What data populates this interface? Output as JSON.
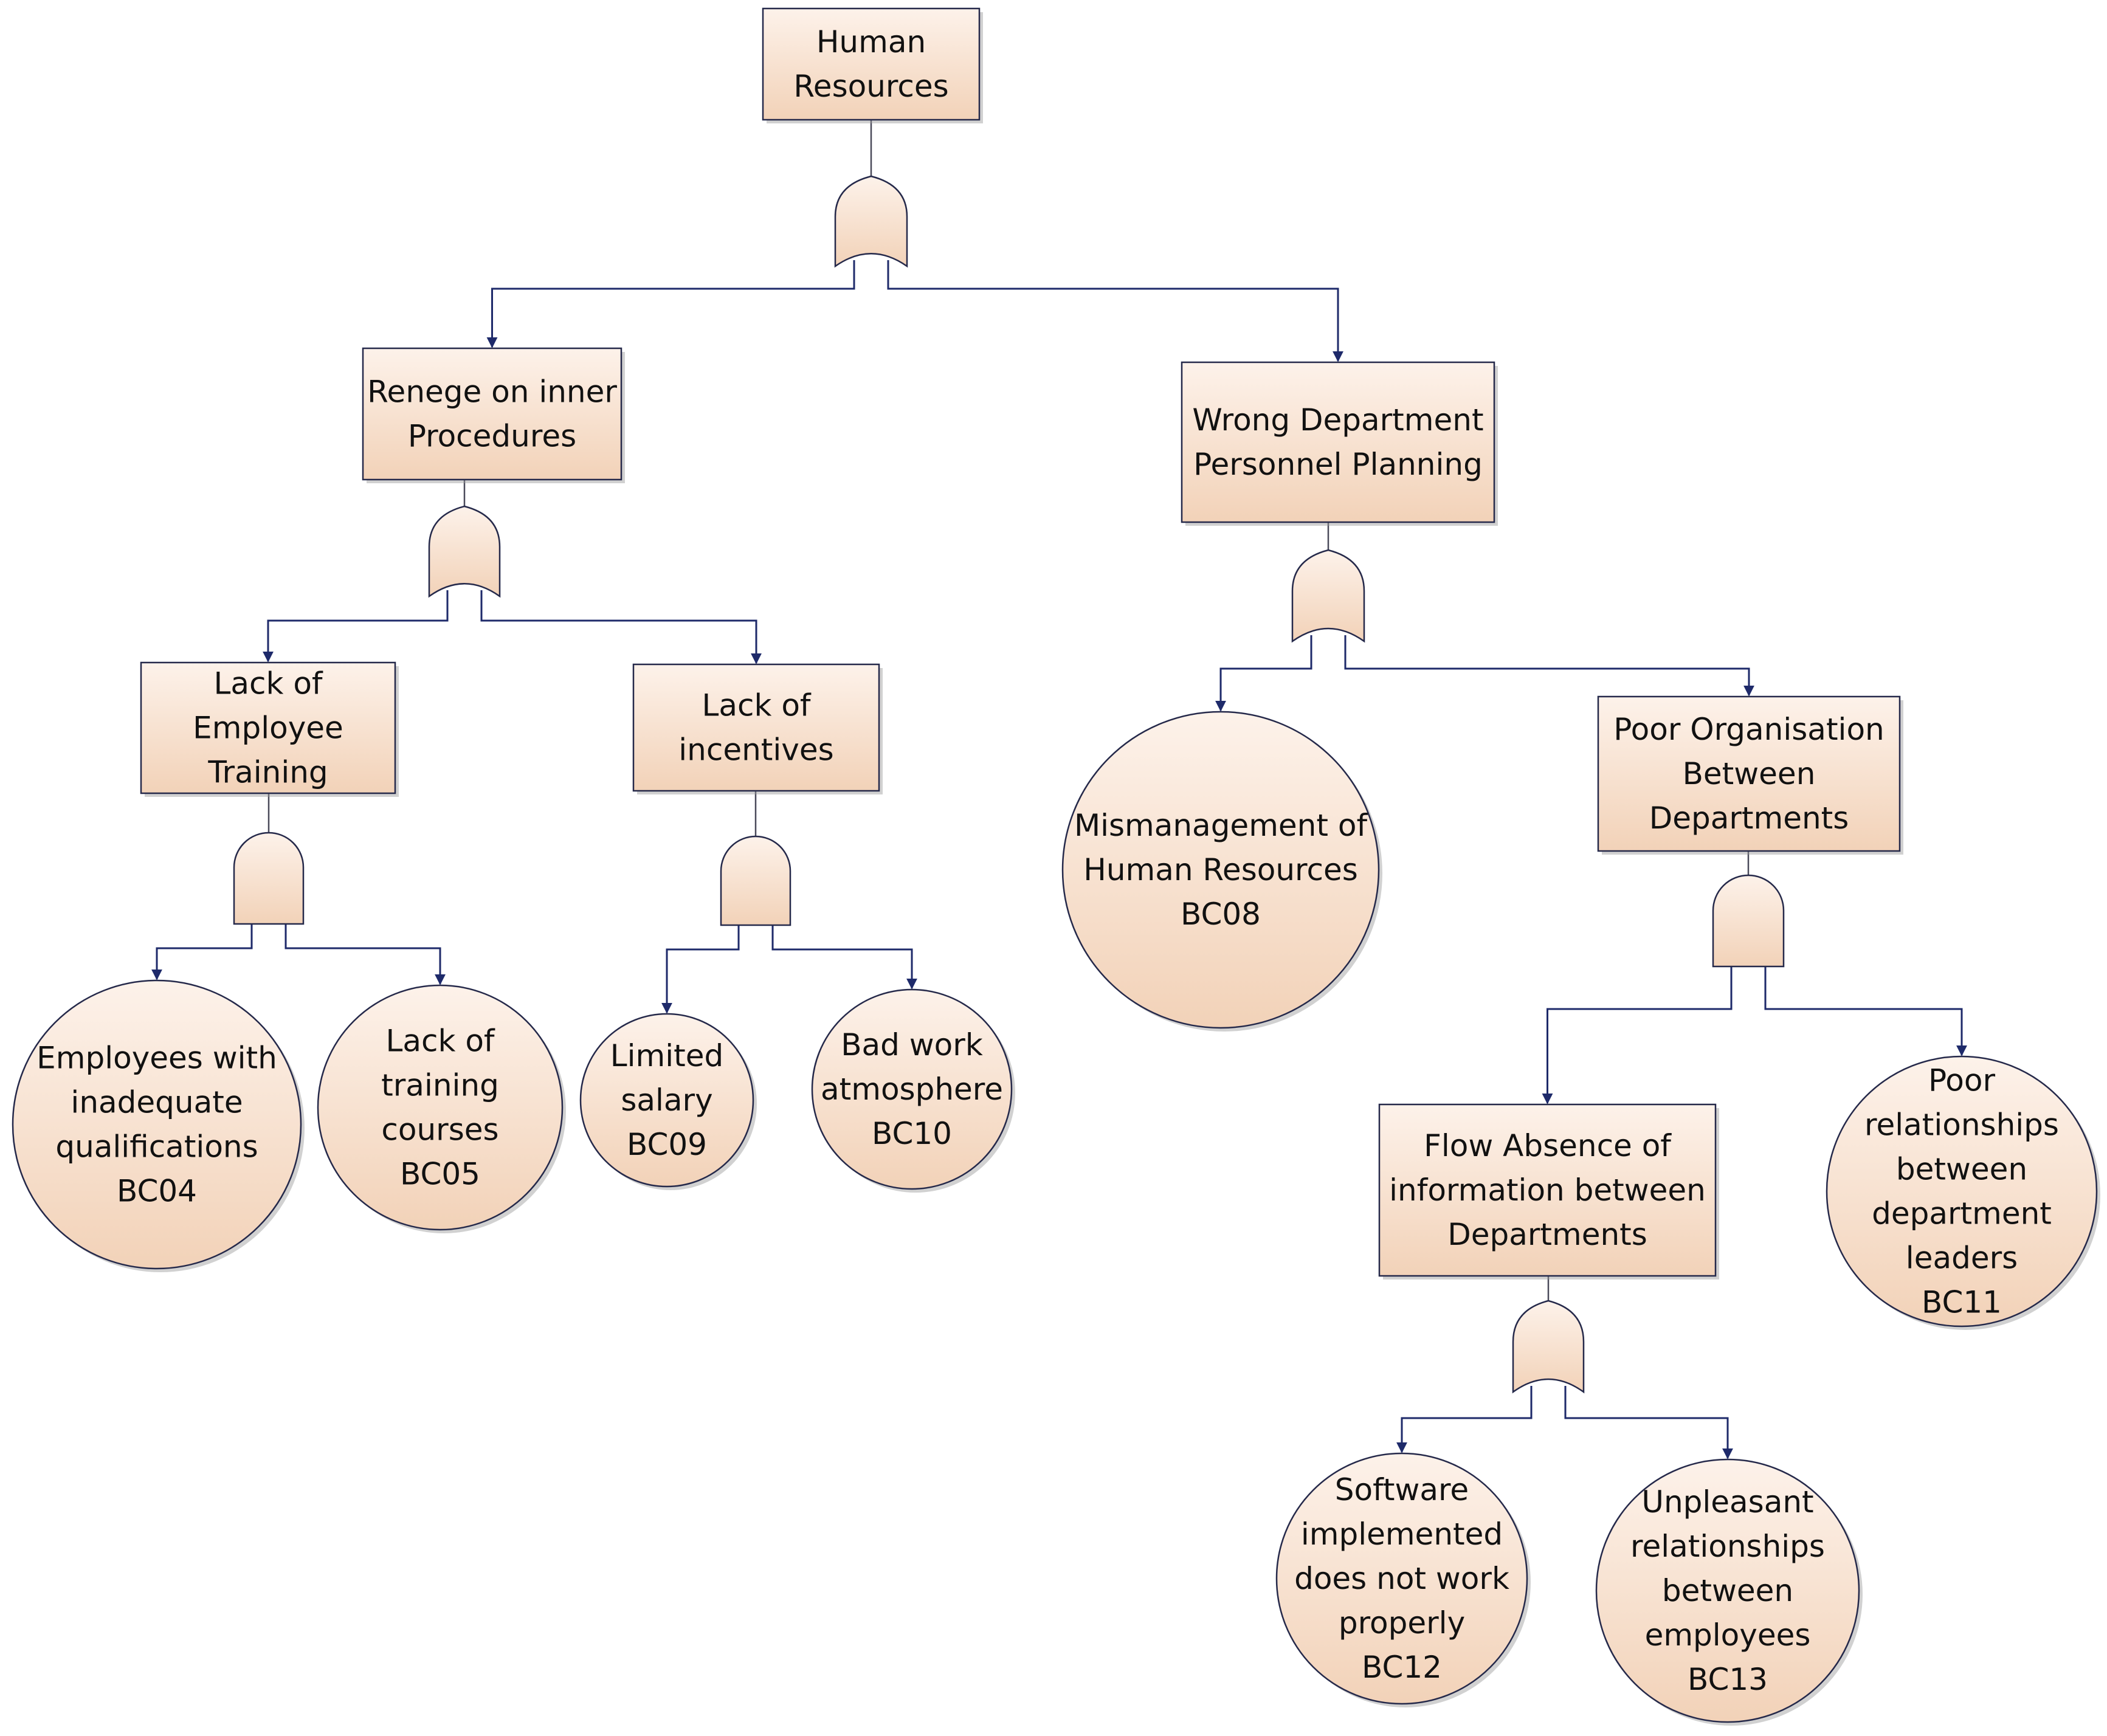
{
  "colors": {
    "fill_light": "#fdf2ea",
    "fill_dark": "#f2d2b8",
    "stroke": "#25294a",
    "connector": "#1e2a6a",
    "text": "#111111"
  },
  "nodes": {
    "hr": {
      "kind": "event",
      "lines": [
        "Human",
        "Resources"
      ]
    },
    "renege": {
      "kind": "event",
      "lines": [
        "Renege on inner",
        "Procedures"
      ]
    },
    "wrong_dept": {
      "kind": "event",
      "lines": [
        "Wrong Department",
        "Personnel Planning"
      ]
    },
    "lack_training": {
      "kind": "event",
      "lines": [
        "Lack of",
        "Employee",
        "Training"
      ]
    },
    "lack_incentives": {
      "kind": "event",
      "lines": [
        "Lack of",
        "incentives"
      ]
    },
    "poor_org": {
      "kind": "event",
      "lines": [
        "Poor Organisation",
        "Between",
        "Departments"
      ]
    },
    "flow_absence": {
      "kind": "event",
      "lines": [
        "Flow Absence of",
        "information between",
        "Departments"
      ]
    },
    "bc04": {
      "kind": "basic",
      "lines": [
        "Employees with",
        "inadequate",
        "qualifications",
        "BC04"
      ]
    },
    "bc05": {
      "kind": "basic",
      "lines": [
        "Lack of",
        "training",
        "courses",
        "BC05"
      ]
    },
    "bc09": {
      "kind": "basic",
      "lines": [
        "Limited",
        "salary",
        "BC09"
      ]
    },
    "bc10": {
      "kind": "basic",
      "lines": [
        "Bad work",
        "atmosphere",
        "BC10"
      ]
    },
    "bc08": {
      "kind": "basic",
      "lines": [
        "Mismanagement of",
        "Human Resources",
        "BC08"
      ]
    },
    "bc11": {
      "kind": "basic",
      "lines": [
        "Poor",
        "relationships",
        "between",
        "department",
        "leaders",
        "BC11"
      ]
    },
    "bc12": {
      "kind": "basic",
      "lines": [
        "Software",
        "implemented",
        "does not work",
        "properly",
        "BC12"
      ]
    },
    "bc13": {
      "kind": "basic",
      "lines": [
        "Unpleasant",
        "relationships",
        "between",
        "employees",
        "BC13"
      ]
    }
  },
  "gates": [
    {
      "id": "g_hr",
      "type": "OR",
      "parent": "hr",
      "children": [
        "renege",
        "wrong_dept"
      ]
    },
    {
      "id": "g_renege",
      "type": "OR",
      "parent": "renege",
      "children": [
        "lack_training",
        "lack_incentives"
      ]
    },
    {
      "id": "g_training",
      "type": "AND",
      "parent": "lack_training",
      "children": [
        "bc04",
        "bc05"
      ]
    },
    {
      "id": "g_incentives",
      "type": "AND",
      "parent": "lack_incentives",
      "children": [
        "bc09",
        "bc10"
      ]
    },
    {
      "id": "g_wrong_dept",
      "type": "OR",
      "parent": "wrong_dept",
      "children": [
        "bc08",
        "poor_org"
      ]
    },
    {
      "id": "g_poor_org",
      "type": "AND",
      "parent": "poor_org",
      "children": [
        "flow_absence",
        "bc11"
      ]
    },
    {
      "id": "g_flow",
      "type": "OR",
      "parent": "flow_absence",
      "children": [
        "bc12",
        "bc13"
      ]
    }
  ]
}
